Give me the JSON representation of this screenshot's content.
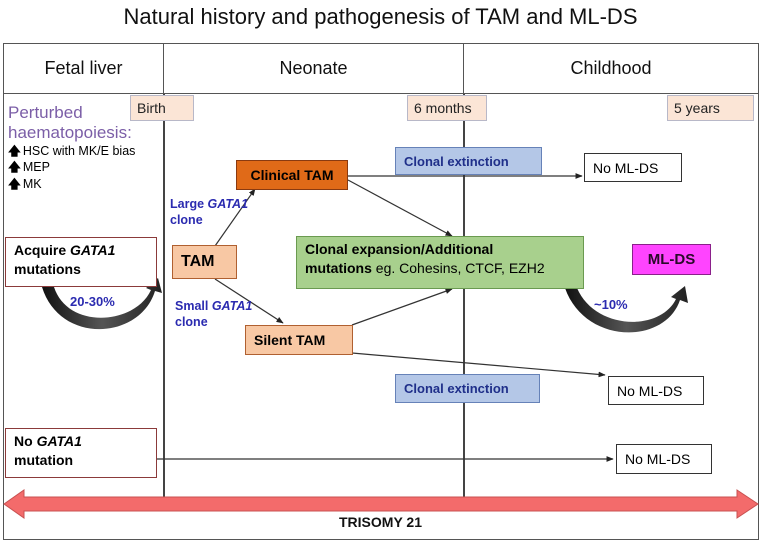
{
  "title": "Natural history and pathogenesis of TAM and ML-DS",
  "stages": {
    "fetal_liver": "Fetal liver",
    "neonate": "Neonate",
    "childhood": "Childhood"
  },
  "milestones": {
    "birth": "Birth",
    "six_months": "6 months",
    "five_years": "5 years"
  },
  "perturbed": {
    "heading": "Perturbed haematopoiesis:",
    "items": [
      {
        "icon": "up-arrow-icon",
        "glyph": "🡅",
        "text": "HSC with MK/E bias"
      },
      {
        "icon": "up-arrow-icon",
        "glyph": "🡅",
        "text": "MEP"
      },
      {
        "icon": "up-arrow-icon",
        "glyph": "🡅",
        "text": "MK"
      }
    ]
  },
  "acquire": {
    "line1_prefix": "Acquire ",
    "line1_gene": "GATA1",
    "line2": "mutations",
    "percent": "20-30%"
  },
  "no_mutation": {
    "line1_prefix": "No ",
    "line1_gene": "GATA1",
    "line2": "mutation"
  },
  "tam": "TAM",
  "clinical_tam": "Clinical TAM",
  "silent_tam": "Silent TAM",
  "large_clone": {
    "prefix": "Large ",
    "gene": "GATA1",
    "suffix": "clone"
  },
  "small_clone": {
    "prefix": "Small ",
    "gene": "GATA1",
    "suffix": "clone"
  },
  "clonal_expansion": {
    "bold1": "Clonal expansion/Additional",
    "bold2": "mutations",
    "rest": " eg. Cohesins, CTCF, EZH2"
  },
  "clonal_extinction_top": "Clonal extinction",
  "clonal_extinction_bottom": "Clonal extinction",
  "outcomes": {
    "no_mlds_1": "No ML-DS",
    "no_mlds_2": "No ML-DS",
    "no_mlds_3": "No ML-DS",
    "mlds": "ML-DS",
    "mlds_percent": "~10%"
  },
  "trisomy": "TRISOMY 21",
  "colors": {
    "tam_fill": "#f8c8a4",
    "clinical_fill": "#e06a18",
    "green_fill": "#a8d08d",
    "blue_fill": "#b4c7e7",
    "mlds_fill": "#ff44ff",
    "trisomy_bar": "#f36b6b",
    "clone_text": "#2b2bb0"
  }
}
